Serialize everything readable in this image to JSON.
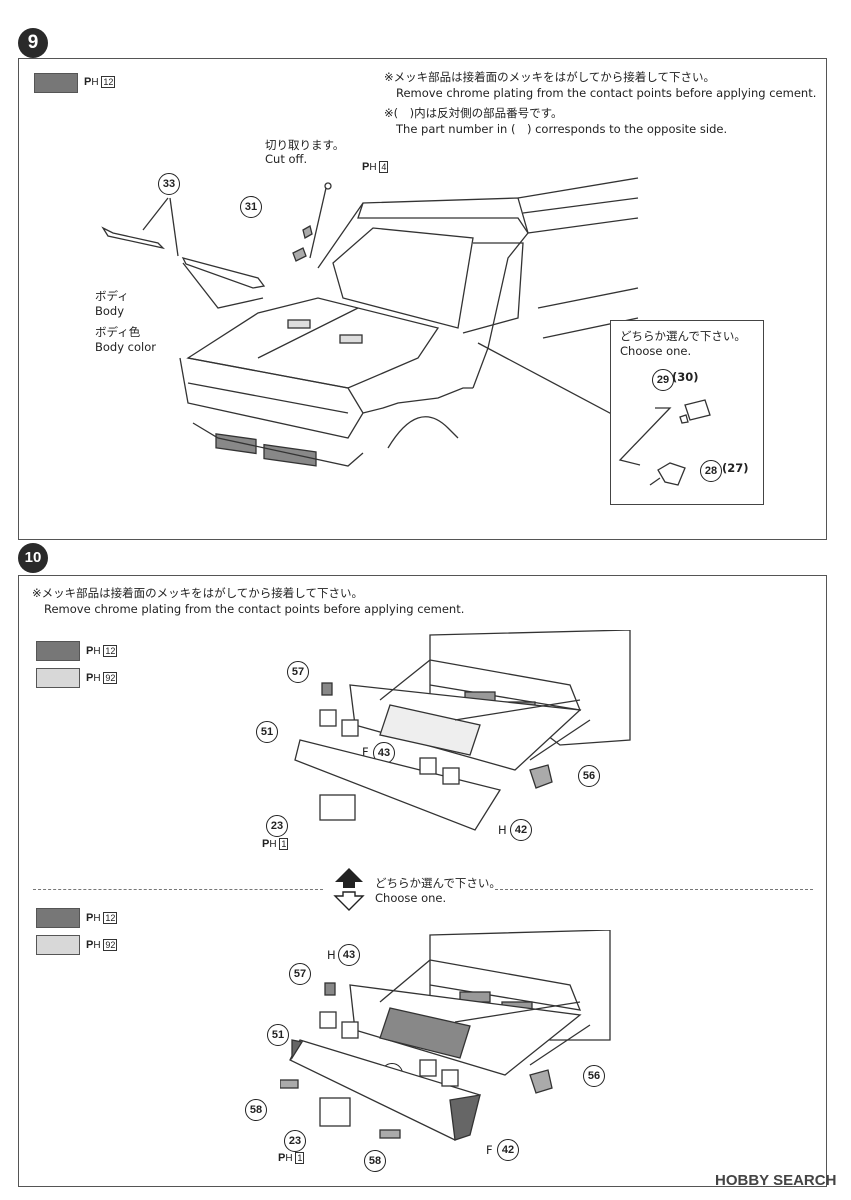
{
  "step9": {
    "number": "9",
    "swatch_code": "12",
    "note_jp": "※メッキ部品は接着面のメッキをはがしてから接着して下さい。",
    "note_en": "Remove chrome plating from the contact points before applying cement.",
    "note2_jp": "※(　)内は反対側の部品番号です。",
    "note2_en": "The part number in (　) corresponds to the opposite side.",
    "cutoff_jp": "切り取ります。",
    "cutoff_en": "Cut off.",
    "ph_code_antenna": "4",
    "parts": {
      "wiper": "33",
      "antenna": "31",
      "mirror_a": "29",
      "mirror_a_opp": "30",
      "mirror_b": "28",
      "mirror_b_opp": "27"
    },
    "body_jp": "ボディ",
    "body_en": "Body",
    "bodycolor_jp": "ボディ色",
    "bodycolor_en": "Body color",
    "choose_jp": "どちらか選んで下さい。",
    "choose_en": "Choose one."
  },
  "step10": {
    "number": "10",
    "note_jp": "※メッキ部品は接着面のメッキをはがしてから接着して下さい。",
    "note_en": "Remove chrome plating from the contact points before applying cement.",
    "swatch1_code": "12",
    "swatch2_code": "92",
    "choose_jp": "どちらか選んで下さい。",
    "choose_en": "Choose one.",
    "upper": {
      "p57": "57",
      "p51a": "51",
      "grille": "F",
      "p43": "43",
      "p51b": "51",
      "p56": "56",
      "p23": "23",
      "ph23": "1",
      "bumper": "H",
      "p42": "42"
    },
    "lower": {
      "grille": "H",
      "p43": "43",
      "p57": "57",
      "p51a": "51",
      "p51b": "51",
      "p56": "56",
      "p58a": "58",
      "p23": "23",
      "ph23": "1",
      "p58b": "58",
      "bumper": "F",
      "p42": "42"
    }
  },
  "colors": {
    "dark_swatch": "#777777",
    "light_swatch": "#d8d8d8"
  },
  "watermark": "HOBBY SEARCH"
}
